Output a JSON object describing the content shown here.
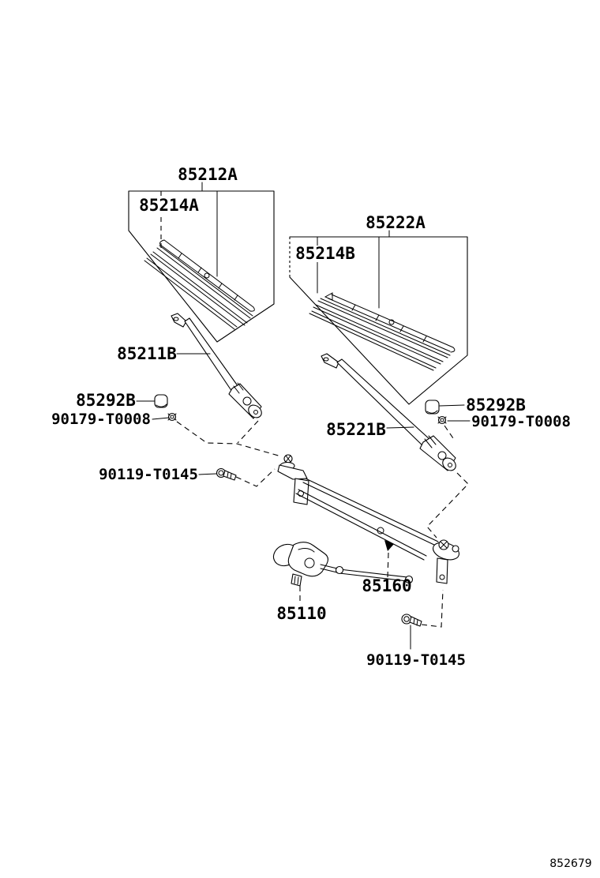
{
  "colors": {
    "background": "#ffffff",
    "line": "#000000",
    "text": "#000000"
  },
  "parts": [
    {
      "label": "85212A"
    },
    {
      "label": "85214A"
    },
    {
      "label": "85222A"
    },
    {
      "label": "85214B"
    },
    {
      "label": "85211B"
    },
    {
      "label": "85292B"
    },
    {
      "label": "90179-T0008"
    },
    {
      "label": "90119-T0145"
    },
    {
      "label": "85221B"
    },
    {
      "label": "85292B"
    },
    {
      "label": "90179-T0008"
    },
    {
      "label": "85160"
    },
    {
      "label": "85110"
    },
    {
      "label": "90119-T0145"
    }
  ],
  "footer": {
    "drawing_number": "852679"
  }
}
